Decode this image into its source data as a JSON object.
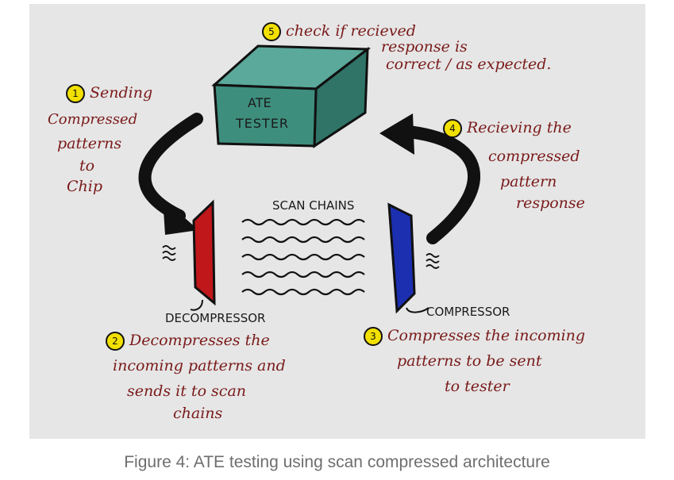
{
  "diagram": {
    "tester": {
      "line1": "ATE",
      "line2": "TESTER"
    },
    "scan_chains_label": "SCAN CHAINS",
    "decompressor_label": "DECOMPRESSOR",
    "compressor_label": "COMPRESSOR",
    "steps": [
      {
        "num": "1",
        "lines": [
          "Sending",
          "Compressed",
          "patterns",
          "to",
          "Chip"
        ]
      },
      {
        "num": "2",
        "lines": [
          "Decompresses the",
          "incoming patterns and",
          "sends it to scan",
          "chains"
        ]
      },
      {
        "num": "3",
        "lines": [
          "Compresses the incoming",
          "patterns to be sent",
          "to tester"
        ]
      },
      {
        "num": "4",
        "lines": [
          "Recieving the",
          "compressed",
          "pattern",
          "response"
        ]
      },
      {
        "num": "5",
        "lines": [
          "check if recieved",
          "response is",
          "correct / as expected."
        ]
      }
    ],
    "colors": {
      "tester": "#3e8e7e",
      "decompressor": "#c0171b",
      "compressor": "#1b2fb0",
      "annotation_text": "#7a1a1a",
      "step_badge": "#f2e000"
    }
  },
  "caption": "Figure 4: ATE testing using scan compressed architecture"
}
